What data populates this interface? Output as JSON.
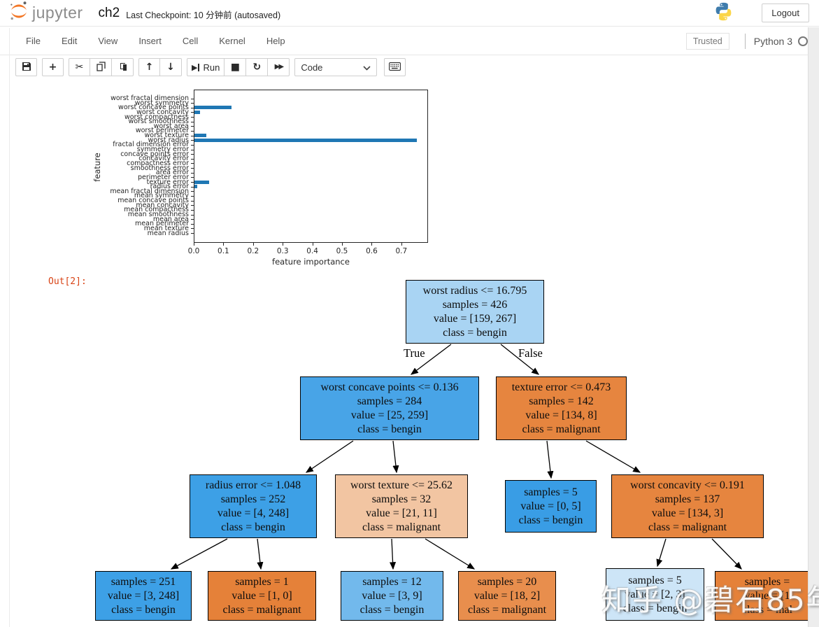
{
  "header": {
    "logo_text": "jupyter",
    "title": "ch2",
    "checkpoint": "Last Checkpoint: 10 分钟前  (autosaved)",
    "logout_label": "Logout"
  },
  "menu": {
    "items": [
      "File",
      "Edit",
      "View",
      "Insert",
      "Cell",
      "Kernel",
      "Help"
    ],
    "trusted_label": "Trusted",
    "kernel_name": "Python 3"
  },
  "toolbar": {
    "run_label": "Run",
    "cell_type": "Code"
  },
  "output": {
    "prompt": "Out[2]:"
  },
  "chart_data": {
    "type": "bar",
    "orientation": "horizontal",
    "title": "",
    "xlabel": "feature importance",
    "ylabel": "feature",
    "xlim": [
      0,
      0.79
    ],
    "xticks": [
      0.0,
      0.1,
      0.2,
      0.3,
      0.4,
      0.5,
      0.6,
      0.7
    ],
    "grid": false,
    "bar_color": "#1f77b4",
    "categories_top_to_bottom": [
      "worst fractal dimension",
      "worst symmetry",
      "worst concave points",
      "worst concavity",
      "worst compactness",
      "worst smoothness",
      "worst area",
      "worst perimeter",
      "worst texture",
      "worst radius",
      "fractal dimension error",
      "symmetry error",
      "concave points error",
      "concavity error",
      "compactness error",
      "smoothness error",
      "area error",
      "perimeter error",
      "texture error",
      "radius error",
      "mean fractal dimension",
      "mean symmetry",
      "mean concave points",
      "mean concavity",
      "mean compactness",
      "mean smoothness",
      "mean area",
      "mean perimeter",
      "mean texture",
      "mean radius"
    ],
    "values": [
      0,
      0,
      0.125,
      0.018,
      0,
      0,
      0,
      0,
      0.04,
      0.75,
      0,
      0,
      0,
      0,
      0,
      0,
      0,
      0,
      0.05,
      0.01,
      0,
      0,
      0,
      0,
      0,
      0,
      0,
      0,
      0,
      0
    ]
  },
  "tree": {
    "true_label": "True",
    "false_label": "False",
    "nodes": [
      {
        "id": "root",
        "lines": [
          "worst radius <= 16.795",
          "samples = 426",
          "value = [159, 267]",
          "class = bengin"
        ],
        "bg": "#a9d4f3"
      },
      {
        "id": "n2l",
        "lines": [
          "worst concave points <= 0.136",
          "samples = 284",
          "value = [25, 259]",
          "class = bengin"
        ],
        "bg": "#48a4e7"
      },
      {
        "id": "n2r",
        "lines": [
          "texture error <= 0.473",
          "samples = 142",
          "value = [134, 8]",
          "class = malignant"
        ],
        "bg": "#e6853f"
      },
      {
        "id": "n3a",
        "lines": [
          "radius error <= 1.048",
          "samples = 252",
          "value = [4, 248]",
          "class = bengin"
        ],
        "bg": "#3da0e6"
      },
      {
        "id": "n3b",
        "lines": [
          "worst texture <= 25.62",
          "samples = 32",
          "value = [21, 11]",
          "class = malignant"
        ],
        "bg": "#f2c5a2"
      },
      {
        "id": "n3c",
        "lines": [
          "samples = 5",
          "value = [0, 5]",
          "class = bengin"
        ],
        "bg": "#399de5"
      },
      {
        "id": "n3d",
        "lines": [
          "worst concavity <= 0.191",
          "samples = 137",
          "value = [134, 3]",
          "class = malignant"
        ],
        "bg": "#e6853f"
      },
      {
        "id": "n4a",
        "lines": [
          "samples = 251",
          "value = [3, 248]",
          "class = bengin"
        ],
        "bg": "#3da0e6"
      },
      {
        "id": "n4b",
        "lines": [
          "samples = 1",
          "value = [1, 0]",
          "class = malignant"
        ],
        "bg": "#e58139"
      },
      {
        "id": "n4c",
        "lines": [
          "samples = 12",
          "value = [3, 9]",
          "class = bengin"
        ],
        "bg": "#72b9ec"
      },
      {
        "id": "n4d",
        "lines": [
          "samples = 20",
          "value = [18, 2]",
          "class = malignant"
        ],
        "bg": "#e88e4d"
      },
      {
        "id": "n4e",
        "lines": [
          "samples = 5",
          "value = [2, 3]",
          "class = bengin"
        ],
        "bg": "#cde5f7"
      },
      {
        "id": "n4f",
        "lines": [
          "samples =",
          "value = [1",
          "class = mal"
        ],
        "bg": "#e58139"
      }
    ]
  },
  "watermark": "知乎 @碧石85年"
}
